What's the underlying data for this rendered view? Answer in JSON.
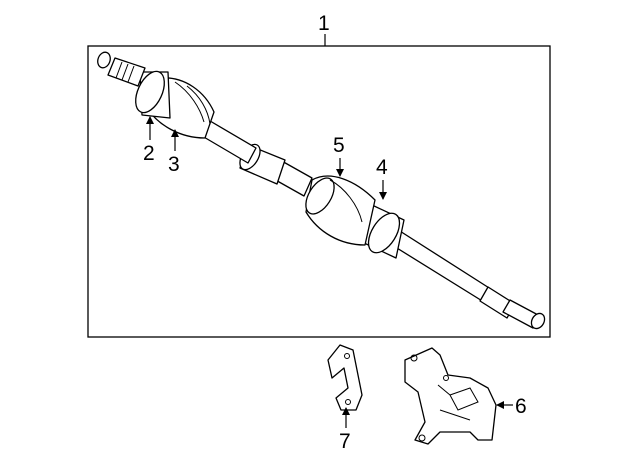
{
  "callouts": {
    "assembly": "1",
    "inner_joint": "2",
    "inner_boot": "3",
    "outer_boot_clamp": "4",
    "outer_boot": "5",
    "bracket": "6",
    "plate": "7"
  },
  "colors": {
    "line": "#000000",
    "background": "#ffffff"
  }
}
